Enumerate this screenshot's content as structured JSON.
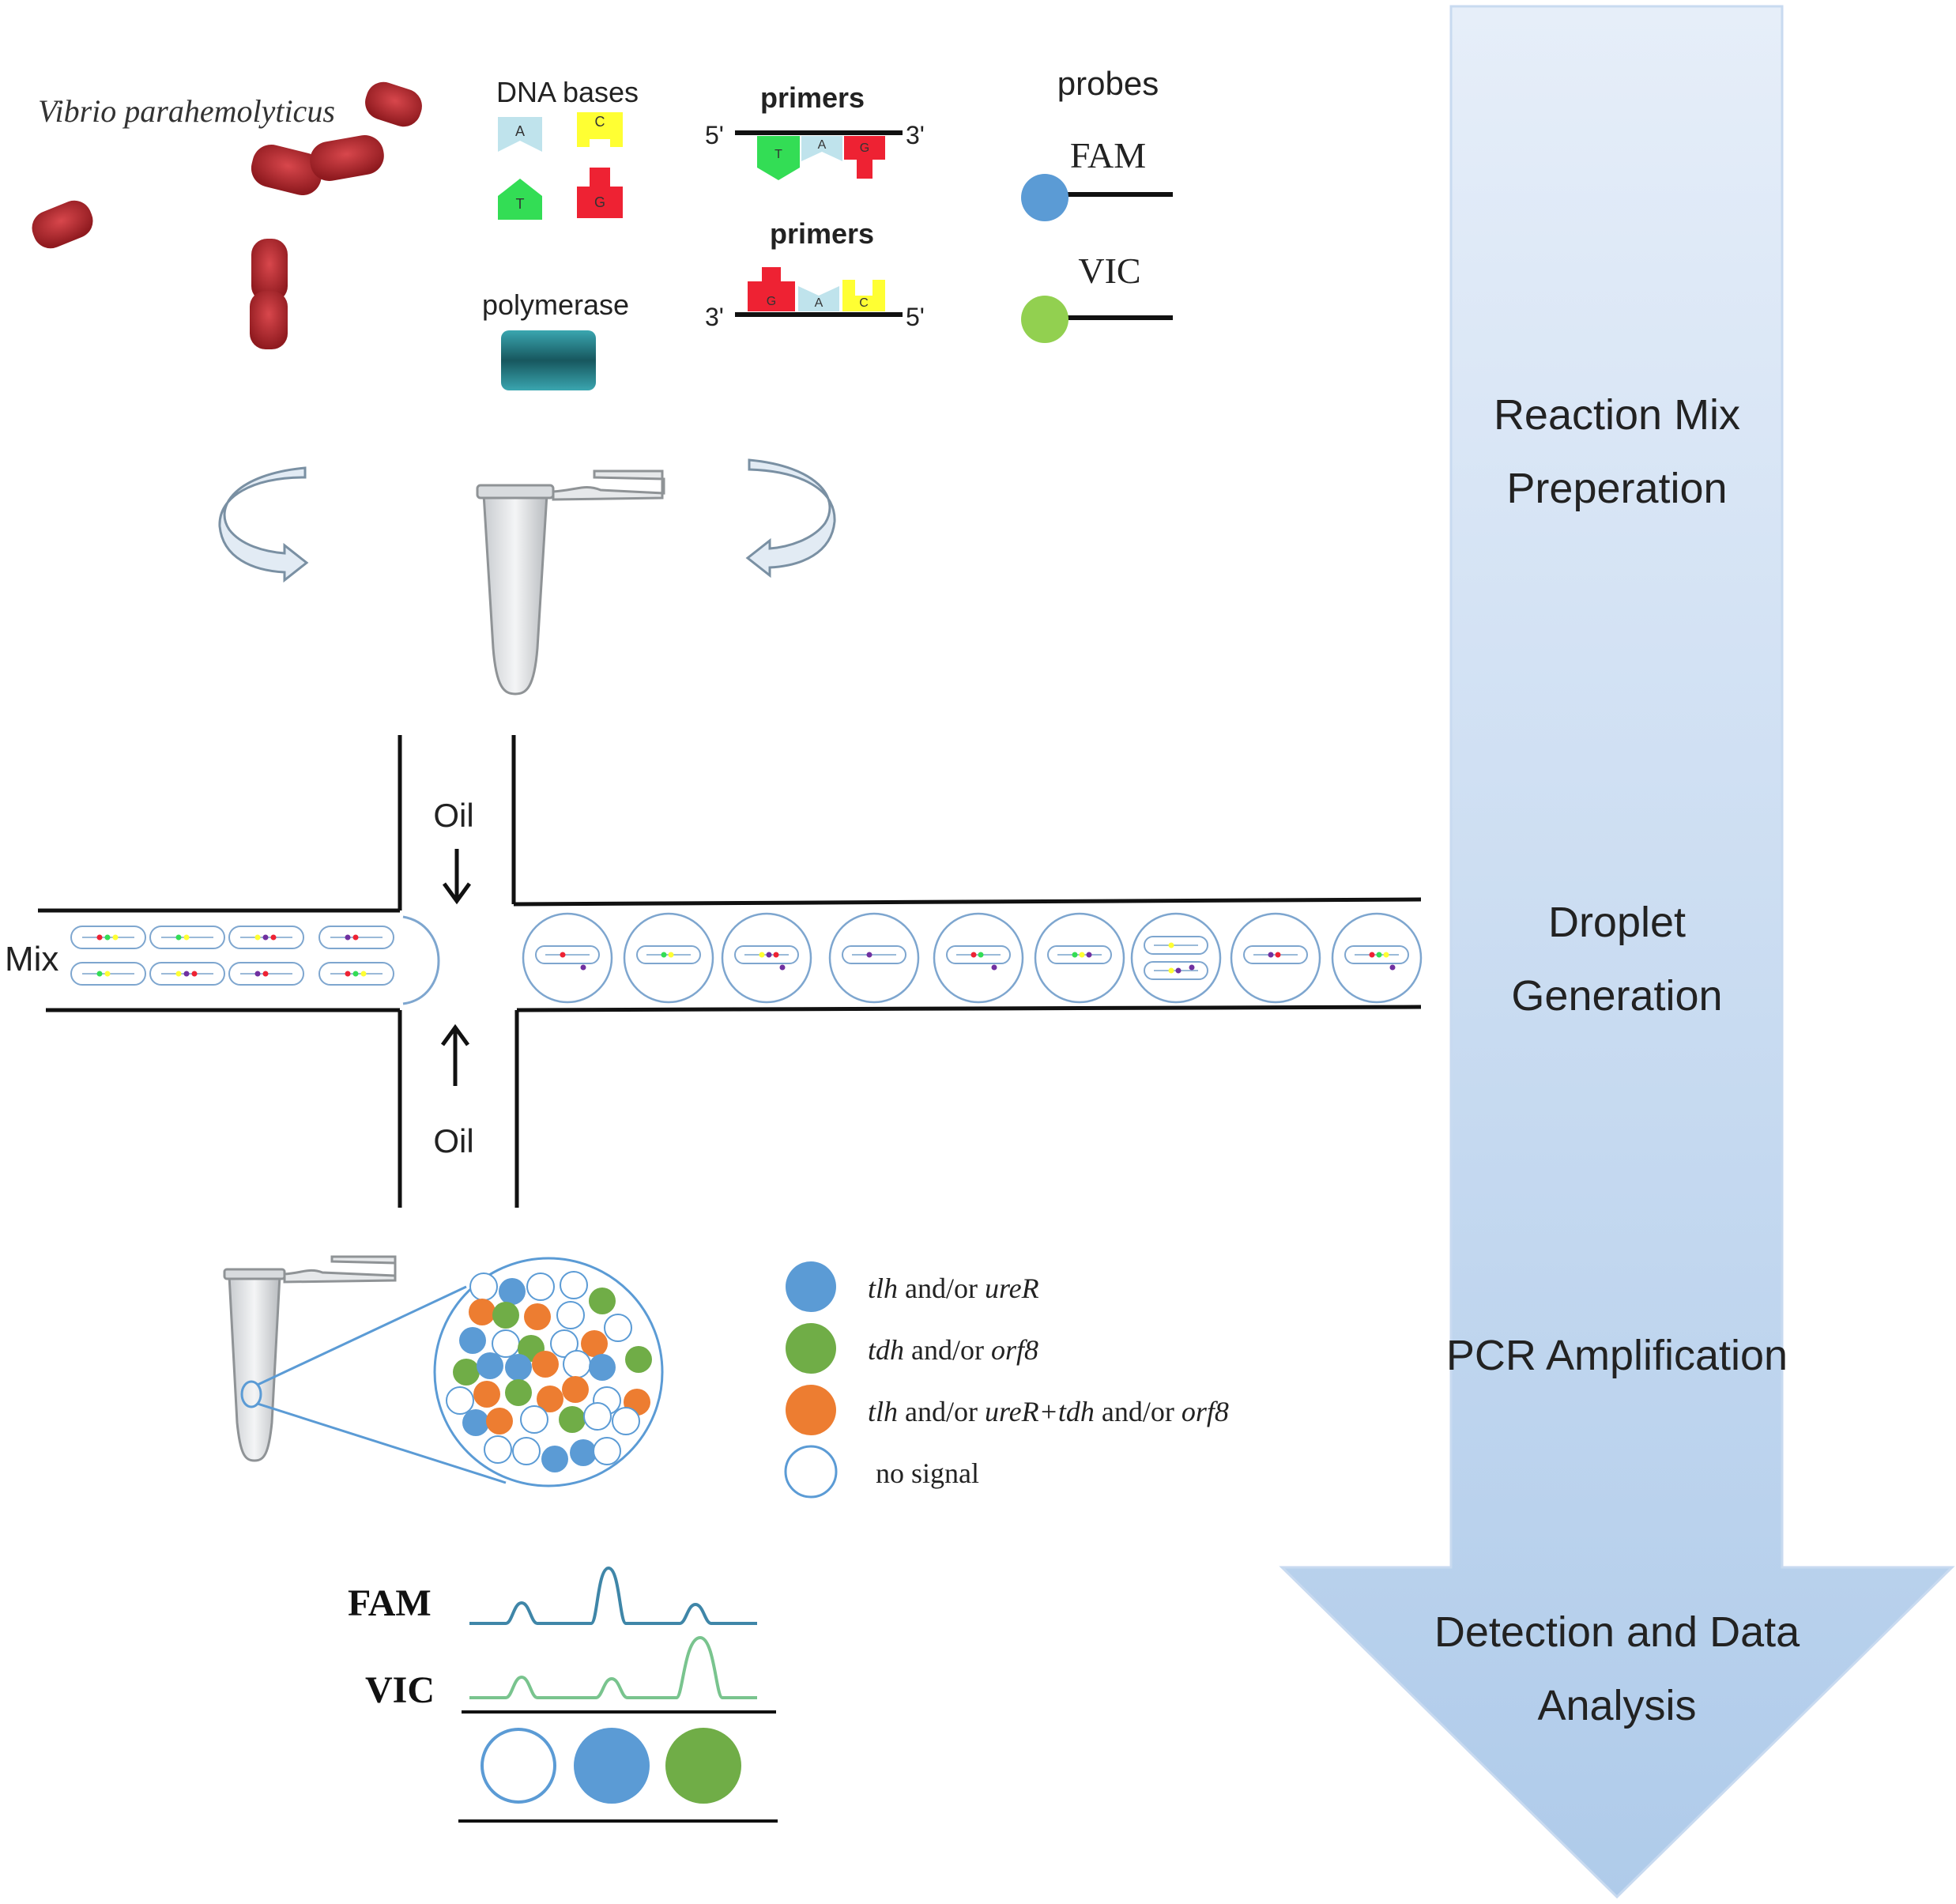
{
  "organism": {
    "label": "Vibrio parahemolyticus"
  },
  "reagents": {
    "dna_bases_label": "DNA bases",
    "bases": [
      "A",
      "C",
      "T",
      "G"
    ],
    "polymerase_label": "polymerase",
    "primers_label": "primers",
    "primer_top": {
      "left": "5'",
      "right": "3'",
      "bases": [
        "T",
        "A",
        "G"
      ]
    },
    "primer_bottom": {
      "left": "3'",
      "right": "5'",
      "bases": [
        "G",
        "A",
        "C"
      ]
    },
    "probes_label": "probes",
    "probe_fam": "FAM",
    "probe_vic": "VIC"
  },
  "channel": {
    "mix_label": "Mix",
    "oil_top": "Oil",
    "oil_bottom": "Oil"
  },
  "legend": {
    "items": [
      {
        "gene_a": "tlh",
        "mid": " and/or ",
        "gene_b": "ureR",
        "color": "#5b9bd5",
        "filled": true
      },
      {
        "gene_a": "tdh",
        "mid": " and/or ",
        "gene_b": "orf8",
        "color": "#70ad47",
        "filled": true
      },
      {
        "gene_a": "tlh",
        "mid": " and/or ",
        "gene_b": "ureR+tdh",
        "mid2": " and/or ",
        "gene_c": "orf8",
        "color": "#ed7d31",
        "filled": true
      },
      {
        "text": "no signal",
        "color": "#ffffff",
        "filled": false
      }
    ]
  },
  "detection": {
    "fam_label": "FAM",
    "vic_label": "VIC"
  },
  "steps": {
    "reaction_mix_line1": "Reaction Mix",
    "reaction_mix_line2": "Preperation",
    "droplet_line1": "Droplet",
    "droplet_line2": "Generation",
    "pcr": "PCR Amplification",
    "detection_line1": "Detection and Data",
    "detection_line2": "Analysis"
  },
  "colors": {
    "fam_blue": "#5b9bd5",
    "vic_green": "#70ad47",
    "orange": "#ed7d31",
    "base_A": "#bfe3ec",
    "base_C": "#ffff33",
    "base_T": "#33dd55",
    "base_G": "#ee2233",
    "bacteria": "#b5242a",
    "arrow_top": "#e3edf9",
    "arrow_bottom": "#b3cfeb"
  }
}
